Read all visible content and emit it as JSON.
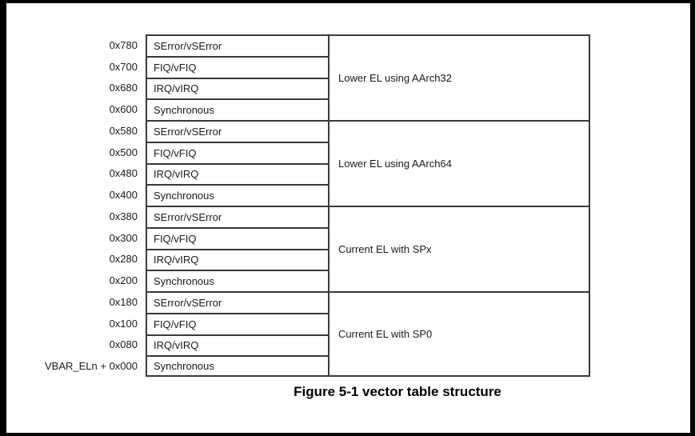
{
  "figure": {
    "caption": "Figure 5-1 vector table structure"
  },
  "vector_table": {
    "groups": [
      {
        "label": "Lower EL using AArch32",
        "rows": [
          {
            "offset": "0x780",
            "vector": "SError/vSError"
          },
          {
            "offset": "0x700",
            "vector": "FIQ/vFIQ"
          },
          {
            "offset": "0x680",
            "vector": "IRQ/vIRQ"
          },
          {
            "offset": "0x600",
            "vector": "Synchronous"
          }
        ]
      },
      {
        "label": "Lower EL using AArch64",
        "rows": [
          {
            "offset": "0x580",
            "vector": "SError/vSError"
          },
          {
            "offset": "0x500",
            "vector": "FIQ/vFIQ"
          },
          {
            "offset": "0x480",
            "vector": "IRQ/vIRQ"
          },
          {
            "offset": "0x400",
            "vector": "Synchronous"
          }
        ]
      },
      {
        "label": "Current EL with SPx",
        "rows": [
          {
            "offset": "0x380",
            "vector": "SError/vSError"
          },
          {
            "offset": "0x300",
            "vector": "FIQ/vFIQ"
          },
          {
            "offset": "0x280",
            "vector": "IRQ/vIRQ"
          },
          {
            "offset": "0x200",
            "vector": "Synchronous"
          }
        ]
      },
      {
        "label": "Current EL with SP0",
        "rows": [
          {
            "offset": "0x180",
            "vector": "SError/vSError"
          },
          {
            "offset": "0x100",
            "vector": "FIQ/vFIQ"
          },
          {
            "offset": "0x080",
            "vector": "IRQ/vIRQ"
          },
          {
            "offset": "VBAR_ELn + 0x000",
            "vector": "Synchronous"
          }
        ]
      }
    ]
  },
  "colors": {
    "line": "#3a3a3a",
    "text": "#1a1a1a",
    "frame": "#000000",
    "background": "#ffffff"
  }
}
